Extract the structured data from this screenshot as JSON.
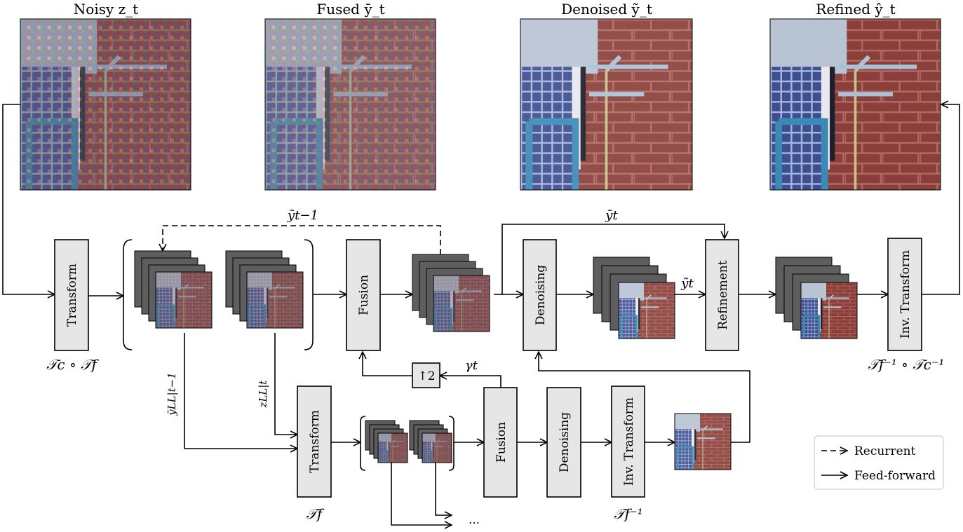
{
  "panels": {
    "noisy": "Noisy z_t",
    "fused": "Fused ȳ_t",
    "denoised": "Denoised ỹ_t",
    "refined": "Refined ŷ_t"
  },
  "blocks": {
    "transform_top": "Transform",
    "fusion_top": "Fusion",
    "denoising_top": "Denoising",
    "refinement": "Refinement",
    "inv_transform_top": "Inv. Transform",
    "transform_bottom": "Transform",
    "fusion_bottom": "Fusion",
    "denoising_bottom": "Denoising",
    "inv_transform_bottom": "Inv. Transform",
    "upsample": "↑2"
  },
  "math": {
    "tc_tf": "𝒯c ∘ 𝒯f",
    "tf_inv_tc_inv": "𝒯f⁻¹ ∘ 𝒯c⁻¹",
    "tf": "𝒯f",
    "tf_inv": "𝒯f⁻¹",
    "y_prev": "ȳt−1",
    "y_bar_top": "ȳt",
    "y_tilde": "ỹt",
    "gamma": "γt",
    "y_ll": "ȳLL|t−1",
    "z_ll": "zLL|t",
    "ellipsis": "…"
  },
  "legend": {
    "recurrent": "Recurrent",
    "feed_forward": "Feed-forward"
  },
  "colors": {
    "block_fill": "#e6e6e6",
    "stack_gray": "#5e5e5e",
    "brick": "#8a3f3a",
    "fabric_blue": "#4a5e9e",
    "sky": "#b8c4d4"
  }
}
